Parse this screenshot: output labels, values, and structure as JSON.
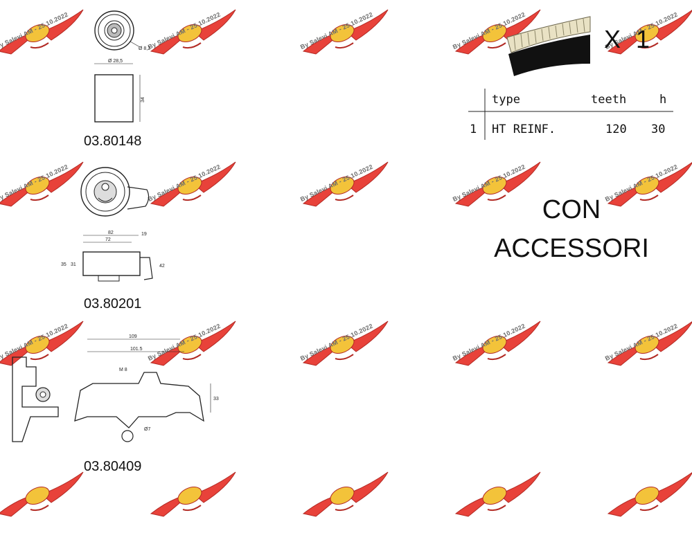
{
  "watermark": {
    "text": "By Salevi AM - 25.10.2022",
    "logo_colors": {
      "wing": "#e8423a",
      "wing_dark": "#b22a24",
      "badge": "#f3c33a"
    }
  },
  "parts": [
    {
      "code": "03.80148",
      "dims": {
        "diameter": "Ø 28,5",
        "height": "34",
        "bore": "Ø 8,2"
      }
    },
    {
      "code": "03.80201",
      "dims": {
        "width_outer": "82",
        "width_inner": "72",
        "offset": "19",
        "h1": "35",
        "h2": "31",
        "h3": "42"
      }
    },
    {
      "code": "03.80409",
      "dims": {
        "length": "109",
        "length_inner": "101.5",
        "thread": "M 8",
        "height": "33",
        "hole": "Ø7"
      }
    }
  ],
  "belt": {
    "quantity": "X 1",
    "table": {
      "headers": {
        "index": "",
        "type": "type",
        "teeth": "teeth",
        "h": "h"
      },
      "rows": [
        {
          "index": "1",
          "type": "HT REINF.",
          "teeth": "120",
          "h": "30"
        }
      ]
    }
  },
  "note": {
    "line1": "CON",
    "line2": "ACCESSORI"
  }
}
